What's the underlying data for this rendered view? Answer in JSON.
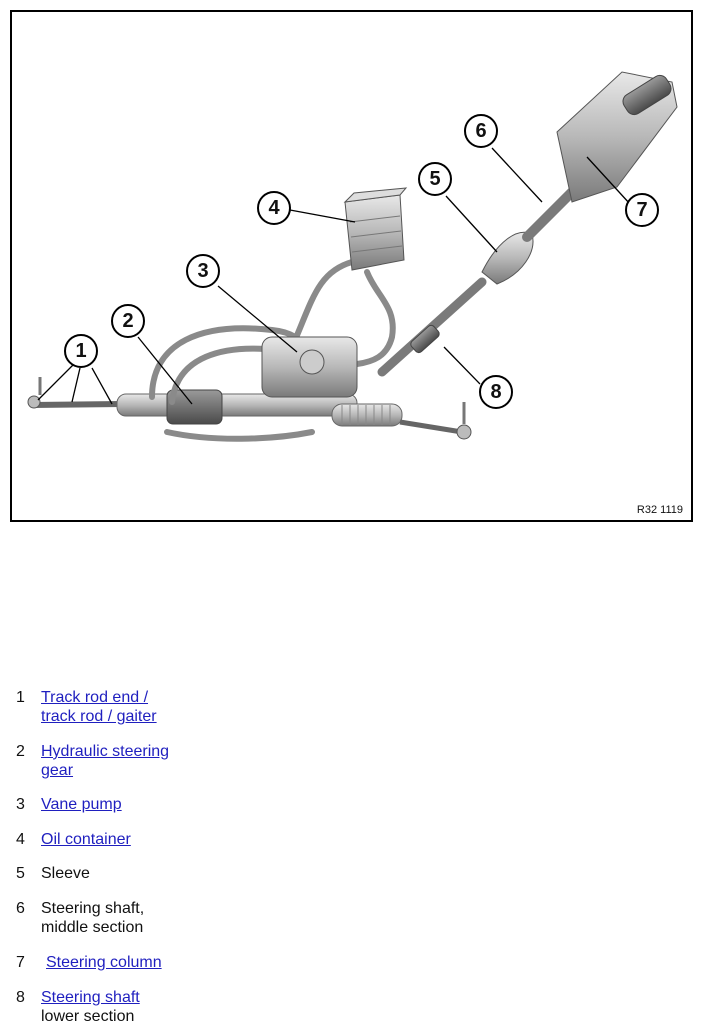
{
  "figure": {
    "reference": "R32 1119",
    "callouts": [
      "1",
      "2",
      "3",
      "4",
      "5",
      "6",
      "7",
      "8"
    ]
  },
  "legend": [
    {
      "number": "1",
      "lines": [
        "Track rod end /",
        "track rod / gaiter"
      ],
      "is_link": true
    },
    {
      "number": "2",
      "lines": [
        "Hydraulic steering",
        "gear"
      ],
      "is_link": true
    },
    {
      "number": "3",
      "lines": [
        "Vane pump"
      ],
      "is_link": true
    },
    {
      "number": "4",
      "lines": [
        "Oil container"
      ],
      "is_link": true
    },
    {
      "number": "5",
      "lines": [
        "Sleeve"
      ],
      "is_link": false
    },
    {
      "number": "6",
      "lines": [
        "Steering shaft,",
        "middle section"
      ],
      "is_link": false
    },
    {
      "number": "7",
      "lines": [
        "Steering column"
      ],
      "is_link": true
    },
    {
      "number": "8",
      "lines": [
        "Steering shaft",
        "lower section"
      ],
      "is_link": "first-line"
    }
  ],
  "colors": {
    "link": "#1f1fbf",
    "text": "#111111"
  }
}
